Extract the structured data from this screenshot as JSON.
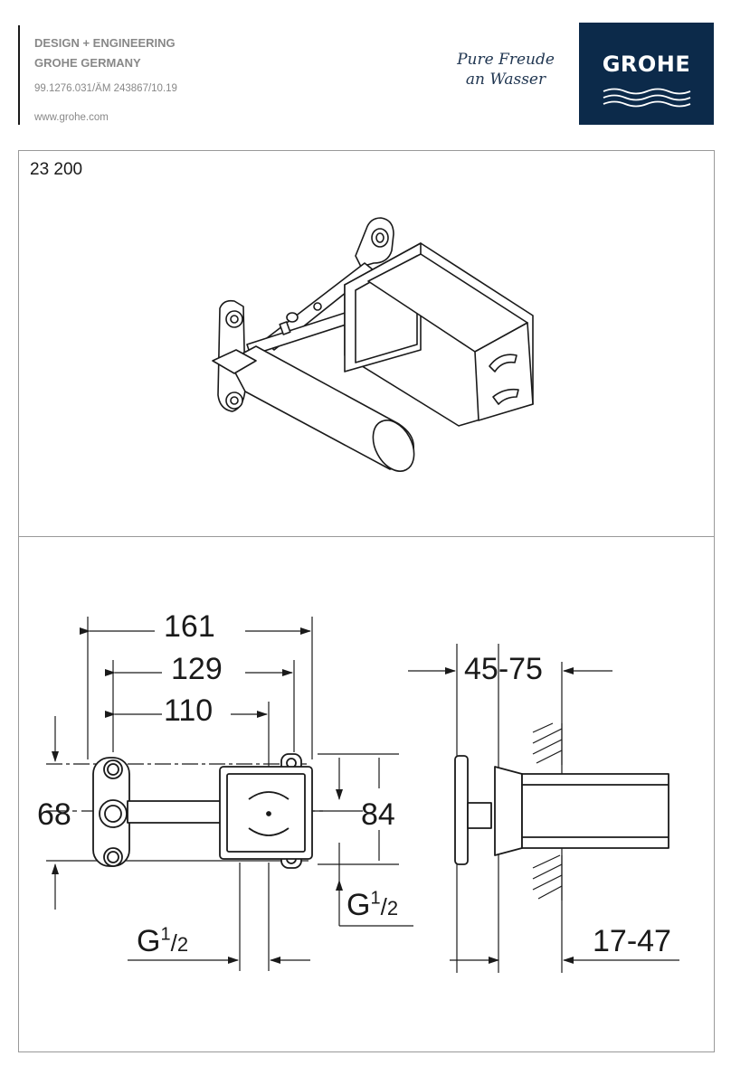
{
  "header": {
    "line1": "DESIGN + ENGINEERING",
    "line2": "GROHE GERMANY",
    "doc_number": "99.1276.031/ÄM 243867/10.19",
    "website": "www.grohe.com",
    "slogan_line1": "Pure Freude",
    "slogan_line2": "an Wasser",
    "logo_text": "GROHE"
  },
  "product": {
    "code": "23 200"
  },
  "dimensions": {
    "width_161": "161",
    "width_129": "129",
    "width_110": "110",
    "height_68": "68",
    "height_84": "84",
    "depth_45_75": "45-75",
    "depth_17_47": "17-47",
    "thread_g": "G",
    "thread_frac_num": "1",
    "thread_frac_den": "2"
  },
  "colors": {
    "brand_navy": "#0c2a4a",
    "panel_border": "#999999",
    "header_gray": "#888888"
  }
}
